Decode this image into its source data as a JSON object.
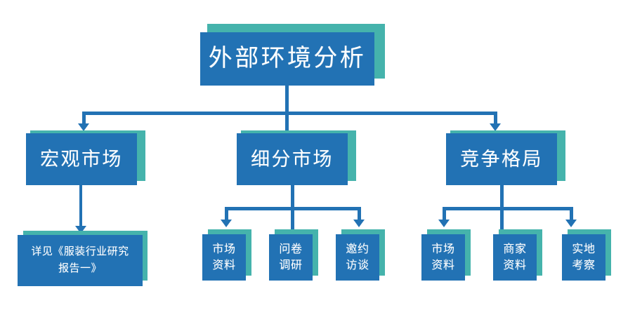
{
  "diagram": {
    "title": "外部环境分析",
    "type": "organization-tree",
    "colors": {
      "box_fill": "#2272b4",
      "box_shadow": "#45b3ac",
      "connector": "#2272b4",
      "text": "#ffffff",
      "background": "#ffffff"
    },
    "root": {
      "label": "外部环境分析"
    },
    "branches": [
      {
        "label": "宏观市场",
        "children": [
          {
            "label": "详见《服装行业研究\n报告一》"
          }
        ]
      },
      {
        "label": "细分市场",
        "children": [
          {
            "label": "市场\n资料"
          },
          {
            "label": "问卷\n调研"
          },
          {
            "label": "邀约\n访谈"
          }
        ]
      },
      {
        "label": "竞争格局",
        "children": [
          {
            "label": "市场\n资料"
          },
          {
            "label": "商家\n资料"
          },
          {
            "label": "实地\n考察"
          }
        ]
      }
    ]
  }
}
